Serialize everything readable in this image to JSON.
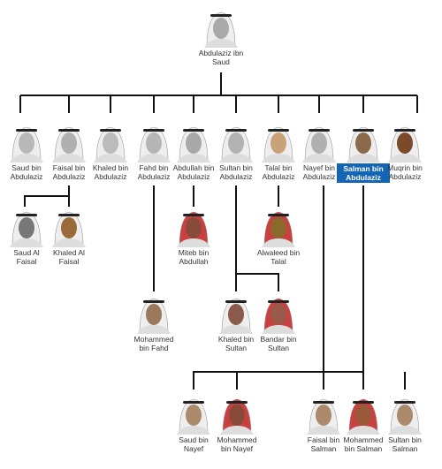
{
  "highlight_color": "#1565b5",
  "people": {
    "root": {
      "name": "Abdulaziz ibn\nSaud",
      "color": "#aaaaaa"
    },
    "saud": {
      "name": "Saud bin\nAbdulaziz",
      "color": "#b8b8b8"
    },
    "faisal": {
      "name": "Faisal bin\nAbdulaziz",
      "color": "#b0b0b0"
    },
    "khaled": {
      "name": "Khaled bin\nAbdulaziz",
      "color": "#bbbbbb"
    },
    "fahd": {
      "name": "Fahd bin\nAbdulaziz",
      "color": "#b5b5b5"
    },
    "abdullah": {
      "name": "Abdullah bin\nAbdulaziz",
      "color": "#a8a8a8"
    },
    "sultan": {
      "name": "Sultan bin\nAbdulaziz",
      "color": "#b2b2b2"
    },
    "talal": {
      "name": "Talal bin\nAbdulaziz",
      "color": "#c9a27a"
    },
    "nayef": {
      "name": "Nayef bin\nAbdulaziz",
      "color": "#b0b0b0"
    },
    "salman": {
      "name": "Salman bin\nAbdulaziz",
      "color": "#8a6a4a"
    },
    "muqrin": {
      "name": "Muqrin bin\nAbdulaziz",
      "color": "#7a4a2a"
    },
    "saudF": {
      "name": "Saud Al\nFaisal",
      "color": "#777777"
    },
    "khaledF": {
      "name": "Khaled Al\nFaisal",
      "color": "#9a6a3a"
    },
    "miteb": {
      "name": "Miteb bin\nAbdullah",
      "color": "#8a4a3a"
    },
    "alwaleed": {
      "name": "Alwaleed bin\nTalal",
      "color": "#8a6a2a"
    },
    "mohFahd": {
      "name": "Mohammed\nbin Fahd",
      "color": "#9a7a5a"
    },
    "khaledS": {
      "name": "Khaled bin\nSultan",
      "color": "#8a5a4a"
    },
    "bandarS": {
      "name": "Bandar bin\nSultan",
      "color": "#9a5a4a"
    },
    "saudN": {
      "name": "Saud bin\nNayef",
      "color": "#aa8a6a"
    },
    "mohNayef": {
      "name": "Mohammed\nbin Nayef",
      "color": "#8a4a3a"
    },
    "faisalS": {
      "name": "Faisal bin\nSalman",
      "color": "#aa8a6a"
    },
    "mohSalman": {
      "name": "Mohammed\nbin Salman",
      "color": "#9a5a3a"
    },
    "sultanS": {
      "name": "Sultan bin\nSalman",
      "color": "#aa8a6a"
    }
  }
}
